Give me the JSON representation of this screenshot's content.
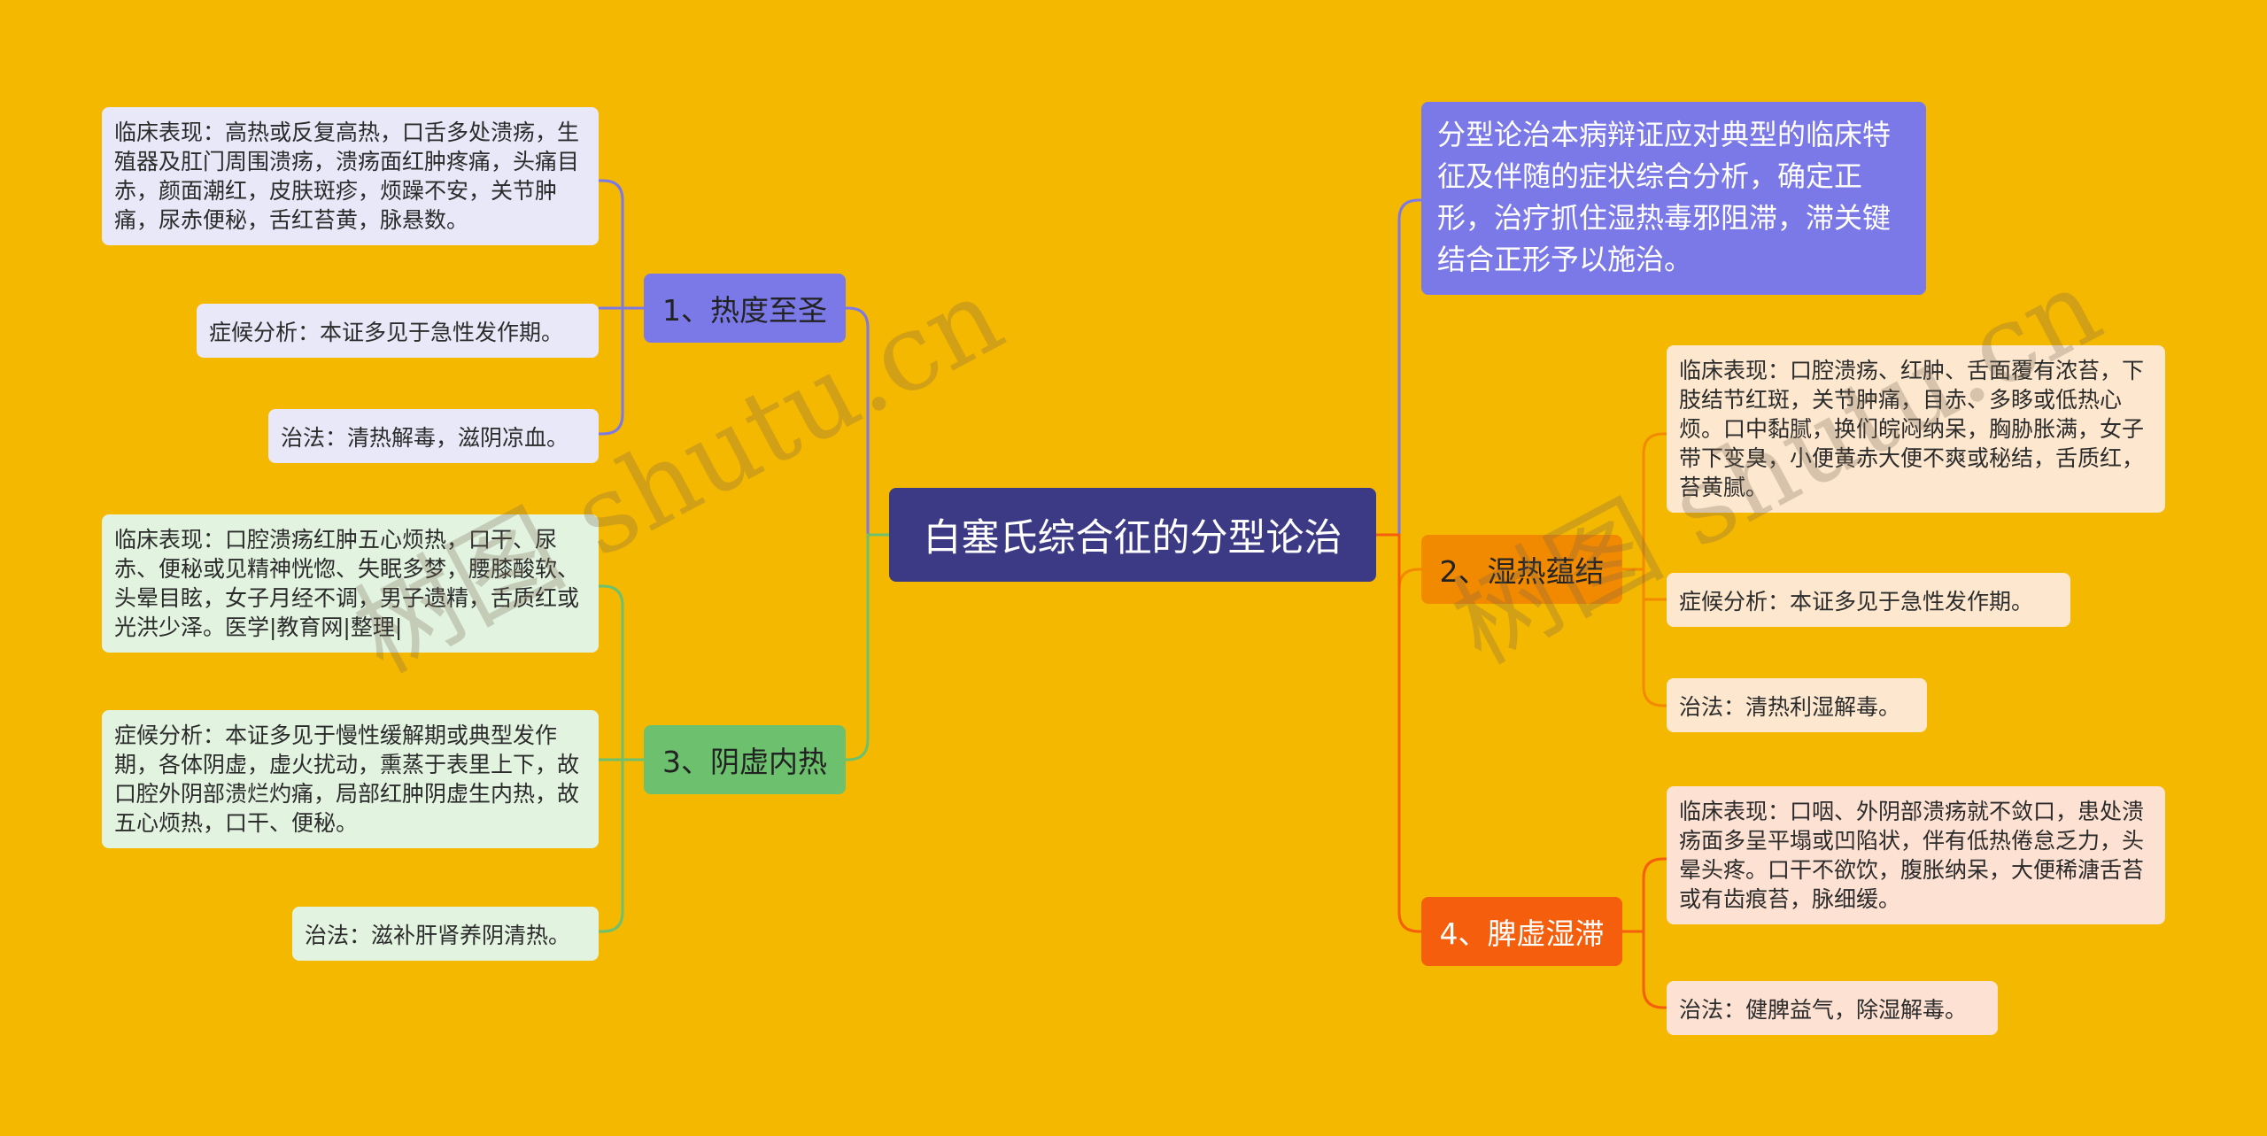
{
  "root": {
    "title": "白塞氏综合征的分型论治"
  },
  "intro": {
    "text": "分型论治本病辩证应对典型的临床特征及伴随的症状综合分析，确定正形，治疗抓住湿热毒邪阻滞，滞关键结合正形予以施治。"
  },
  "branches": [
    {
      "label": "1、热度至圣",
      "leaves": [
        "临床表现：高热或反复高热，口舌多处溃疡，生殖器及肛门周围溃疡，溃疡面红肿疼痛，头痛目赤，颜面潮红，皮肤斑疹，烦躁不安，关节肿痛，尿赤便秘，舌红苔黄，脉悬数。",
        "症候分析：本证多见于急性发作期。",
        "治法：清热解毒，滋阴凉血。"
      ]
    },
    {
      "label": "2、湿热蕴结",
      "leaves": [
        "临床表现：口腔溃疡、红肿、舌面覆有浓苔，下肢结节红斑，关节肿痛，目赤、多眵或低热心烦。口中黏腻，换们皖闷纳呆，胸胁胀满，女子带下变臭，小便黄赤大便不爽或秘结，舌质红，苔黄腻。",
        "症候分析：本证多见于急性发作期。",
        "治法：清热利湿解毒。"
      ]
    },
    {
      "label": "3、阴虚内热",
      "leaves": [
        "临床表现：口腔溃疡红肿五心烦热，口干、尿赤、便秘或见精神恍惚、失眠多梦，腰膝酸软、头晕目眩，女子月经不调，男子遗精，舌质红或光洪少泽。医学|教育网|整理|",
        "症候分析：本证多见于慢性缓解期或典型发作期，各体阴虚，虚火扰动，熏蒸于表里上下，故口腔外阴部溃烂灼痛，局部红肿阴虚生内热，故五心烦热，口干、便秘。",
        "治法：滋补肝肾养阴清热。"
      ]
    },
    {
      "label": "4、脾虚湿滞",
      "leaves": [
        "临床表现：口咽、外阴部溃疡就不敛口，患处溃疡面多呈平塌或凹陷状，伴有低热倦怠乏力，头晕头疼。口干不欲饮，腹胀纳呆，大便稀溏舌苔或有齿痕苔，脉细缓。",
        "治法：健脾益气，除湿解毒。"
      ]
    }
  ],
  "watermarks": [
    "树图 shutu.cn",
    "树图 shutu.cn"
  ],
  "colors": {
    "background": "#F5B800",
    "root": "#3D3A85",
    "branch1": "#7B79E8",
    "branch2": "#F28A00",
    "branch3": "#6CC06E",
    "branch4": "#F45E0C"
  }
}
